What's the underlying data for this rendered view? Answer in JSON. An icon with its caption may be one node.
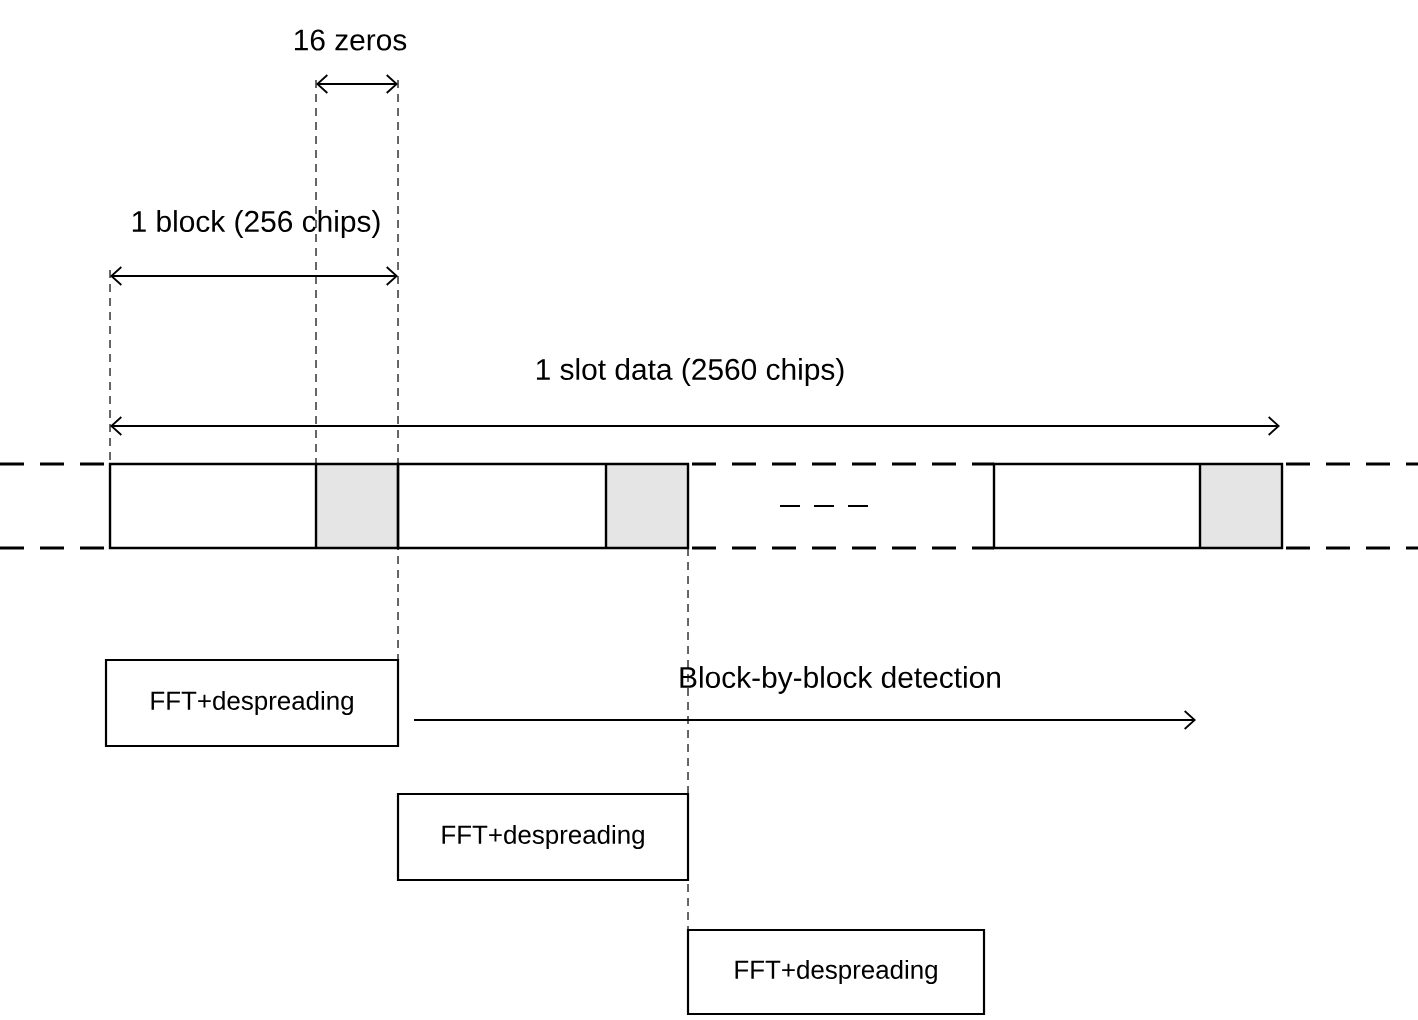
{
  "diagram": {
    "nodes": [
      {
        "text": [
          "FFT+despreading"
        ]
      },
      {
        "text": [
          "FFT+despreading"
        ]
      },
      {
        "text": [
          "FFT+despreading"
        ]
      }
    ],
    "labels": [
      "16 zeros",
      "1 block (256 chips)",
      "1 slot data (2560 chips)",
      "Block-by-block detection"
    ]
  }
}
